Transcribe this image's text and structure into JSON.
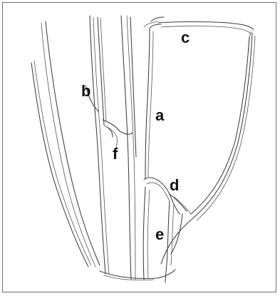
{
  "diagram": {
    "labels": {
      "a": "a",
      "b": "b",
      "c": "c",
      "d": "d",
      "e": "e",
      "f": "f"
    }
  }
}
